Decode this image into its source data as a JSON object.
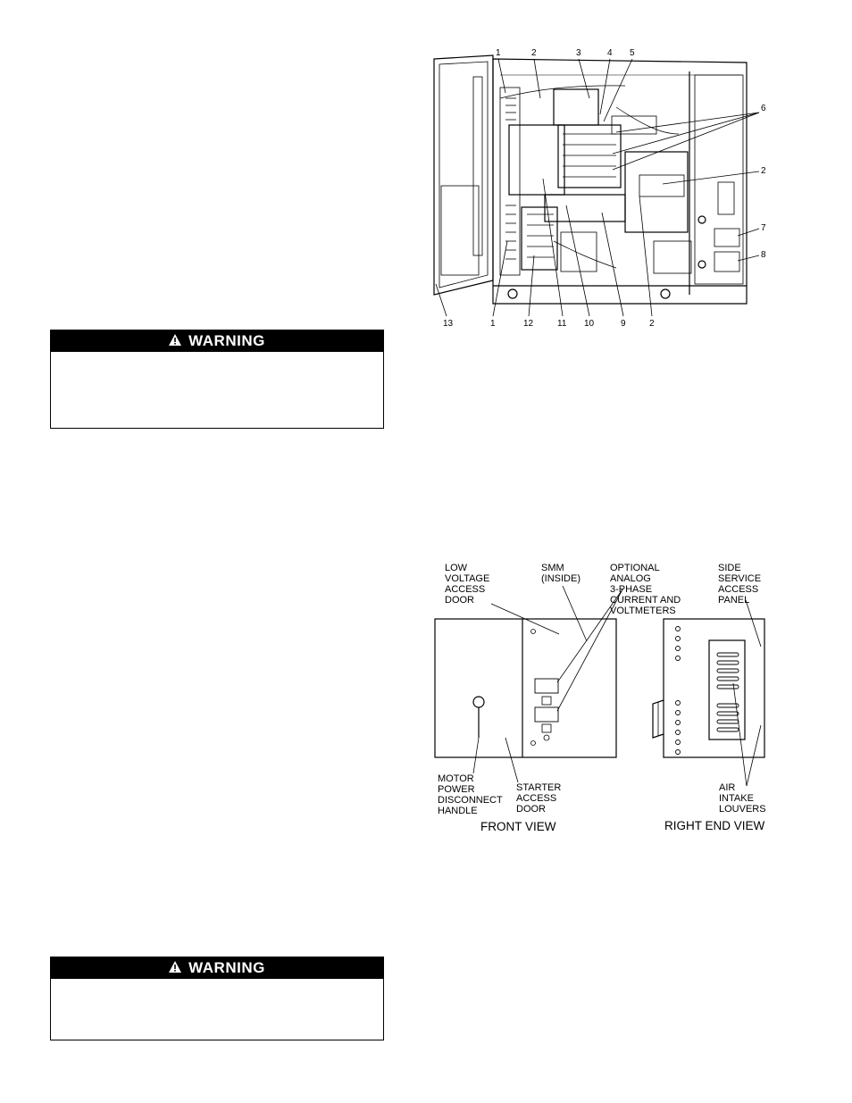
{
  "warnings": [
    {
      "label": "WARNING",
      "icon": "warning-triangle-icon"
    },
    {
      "label": "WARNING",
      "icon": "warning-triangle-icon"
    }
  ],
  "figure_top": {
    "callouts_top": [
      "1",
      "2",
      "3",
      "4",
      "5"
    ],
    "callouts_right": [
      "6",
      "2",
      "7",
      "8"
    ],
    "callouts_bottom": [
      "13",
      "1",
      "12",
      "11",
      "10",
      "9",
      "2"
    ]
  },
  "figure_bottom": {
    "labels": {
      "low_voltage": [
        "LOW",
        "VOLTAGE",
        "ACCESS",
        "DOOR"
      ],
      "smm": [
        "SMM",
        "(INSIDE)"
      ],
      "meters": [
        "OPTIONAL",
        "ANALOG",
        "3-PHASE",
        "CURRENT AND",
        "VOLTMETERS"
      ],
      "side_panel": [
        "SIDE",
        "SERVICE",
        "ACCESS",
        "PANEL"
      ],
      "motor": [
        "MOTOR",
        "POWER",
        "DISCONNECT",
        "HANDLE"
      ],
      "starter": [
        "STARTER",
        "ACCESS",
        "DOOR"
      ],
      "louvers": [
        "AIR",
        "INTAKE",
        "LOUVERS"
      ]
    },
    "front_view": "FRONT VIEW",
    "right_end_view": "RIGHT END VIEW"
  }
}
